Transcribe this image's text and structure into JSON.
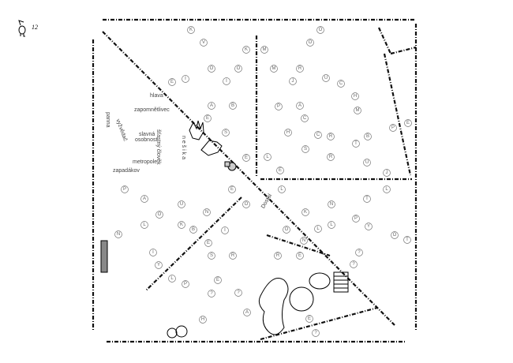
{
  "page_number": "12",
  "words": {
    "hlava": "hlava",
    "zapomnetlivec": "zapomnětlivec",
    "panna": "panna",
    "vyzvedac": "vyžvědač",
    "slavna": "slavná",
    "osobnost": "osobnost",
    "stastny_clovek": "šťastný člověk",
    "nesika": "n e š i k a",
    "metropole": "metropole",
    "zapadakov": "zapadákov",
    "dostal": "Dostal"
  },
  "letters": [
    "K",
    "V",
    "K",
    "O",
    "O",
    "E",
    "I",
    "I",
    "A",
    "B",
    "E",
    "S",
    "E",
    "O",
    "O",
    "M",
    "M",
    "R",
    "J",
    "U",
    "C",
    "H",
    "P",
    "A",
    "C",
    "H",
    "C",
    "R",
    "S",
    "L",
    "R",
    "E",
    "M",
    "P",
    "E",
    "B",
    "T",
    "U",
    "J",
    "L",
    "L",
    "T",
    "N",
    "K",
    "P",
    "L",
    "Y",
    "O",
    "L",
    "O",
    "T",
    "N",
    "R",
    "E",
    "?",
    "?",
    "P",
    "A",
    "U",
    "O",
    "L",
    "K",
    "B",
    "N",
    "E",
    "O",
    "I",
    "N",
    "E",
    "I",
    "S",
    "R",
    "Y",
    "L",
    "P",
    "E",
    "?",
    "?",
    "A",
    "H",
    "E",
    "?"
  ]
}
